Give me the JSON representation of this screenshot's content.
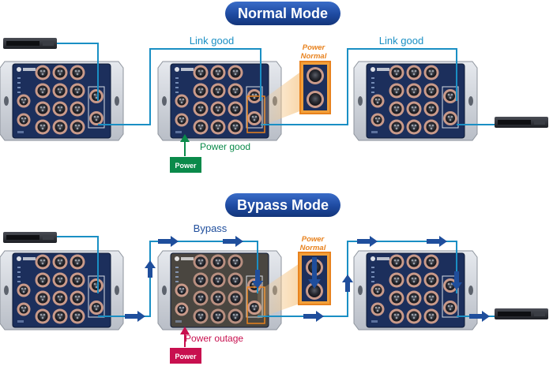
{
  "normal": {
    "title": "Normal Mode",
    "link_left": "Link good",
    "link_right": "Link good",
    "power_normal_line1": "Power",
    "power_normal_line2": "Normal",
    "power_status": "Power good",
    "power_button": "Power"
  },
  "bypass": {
    "title": "Bypass Mode",
    "bypass_label": "Bypass",
    "power_normal_line1": "Power",
    "power_normal_line2": "Normal",
    "power_status": "Power outage",
    "power_button": "Power"
  },
  "colors": {
    "banner": "#1e4aa0",
    "link": "#1a8fc4",
    "arrow": "#1f4e9c",
    "power_good": "#0a8a4a",
    "power_outage": "#c8104f",
    "power_normal": "#e8821e",
    "device_body": "#1c2f5c",
    "device_outage": "#4a4640"
  },
  "icons": [
    "planet-logo",
    "m12-connector-icon",
    "network-switch-icon",
    "arrow-icon"
  ]
}
